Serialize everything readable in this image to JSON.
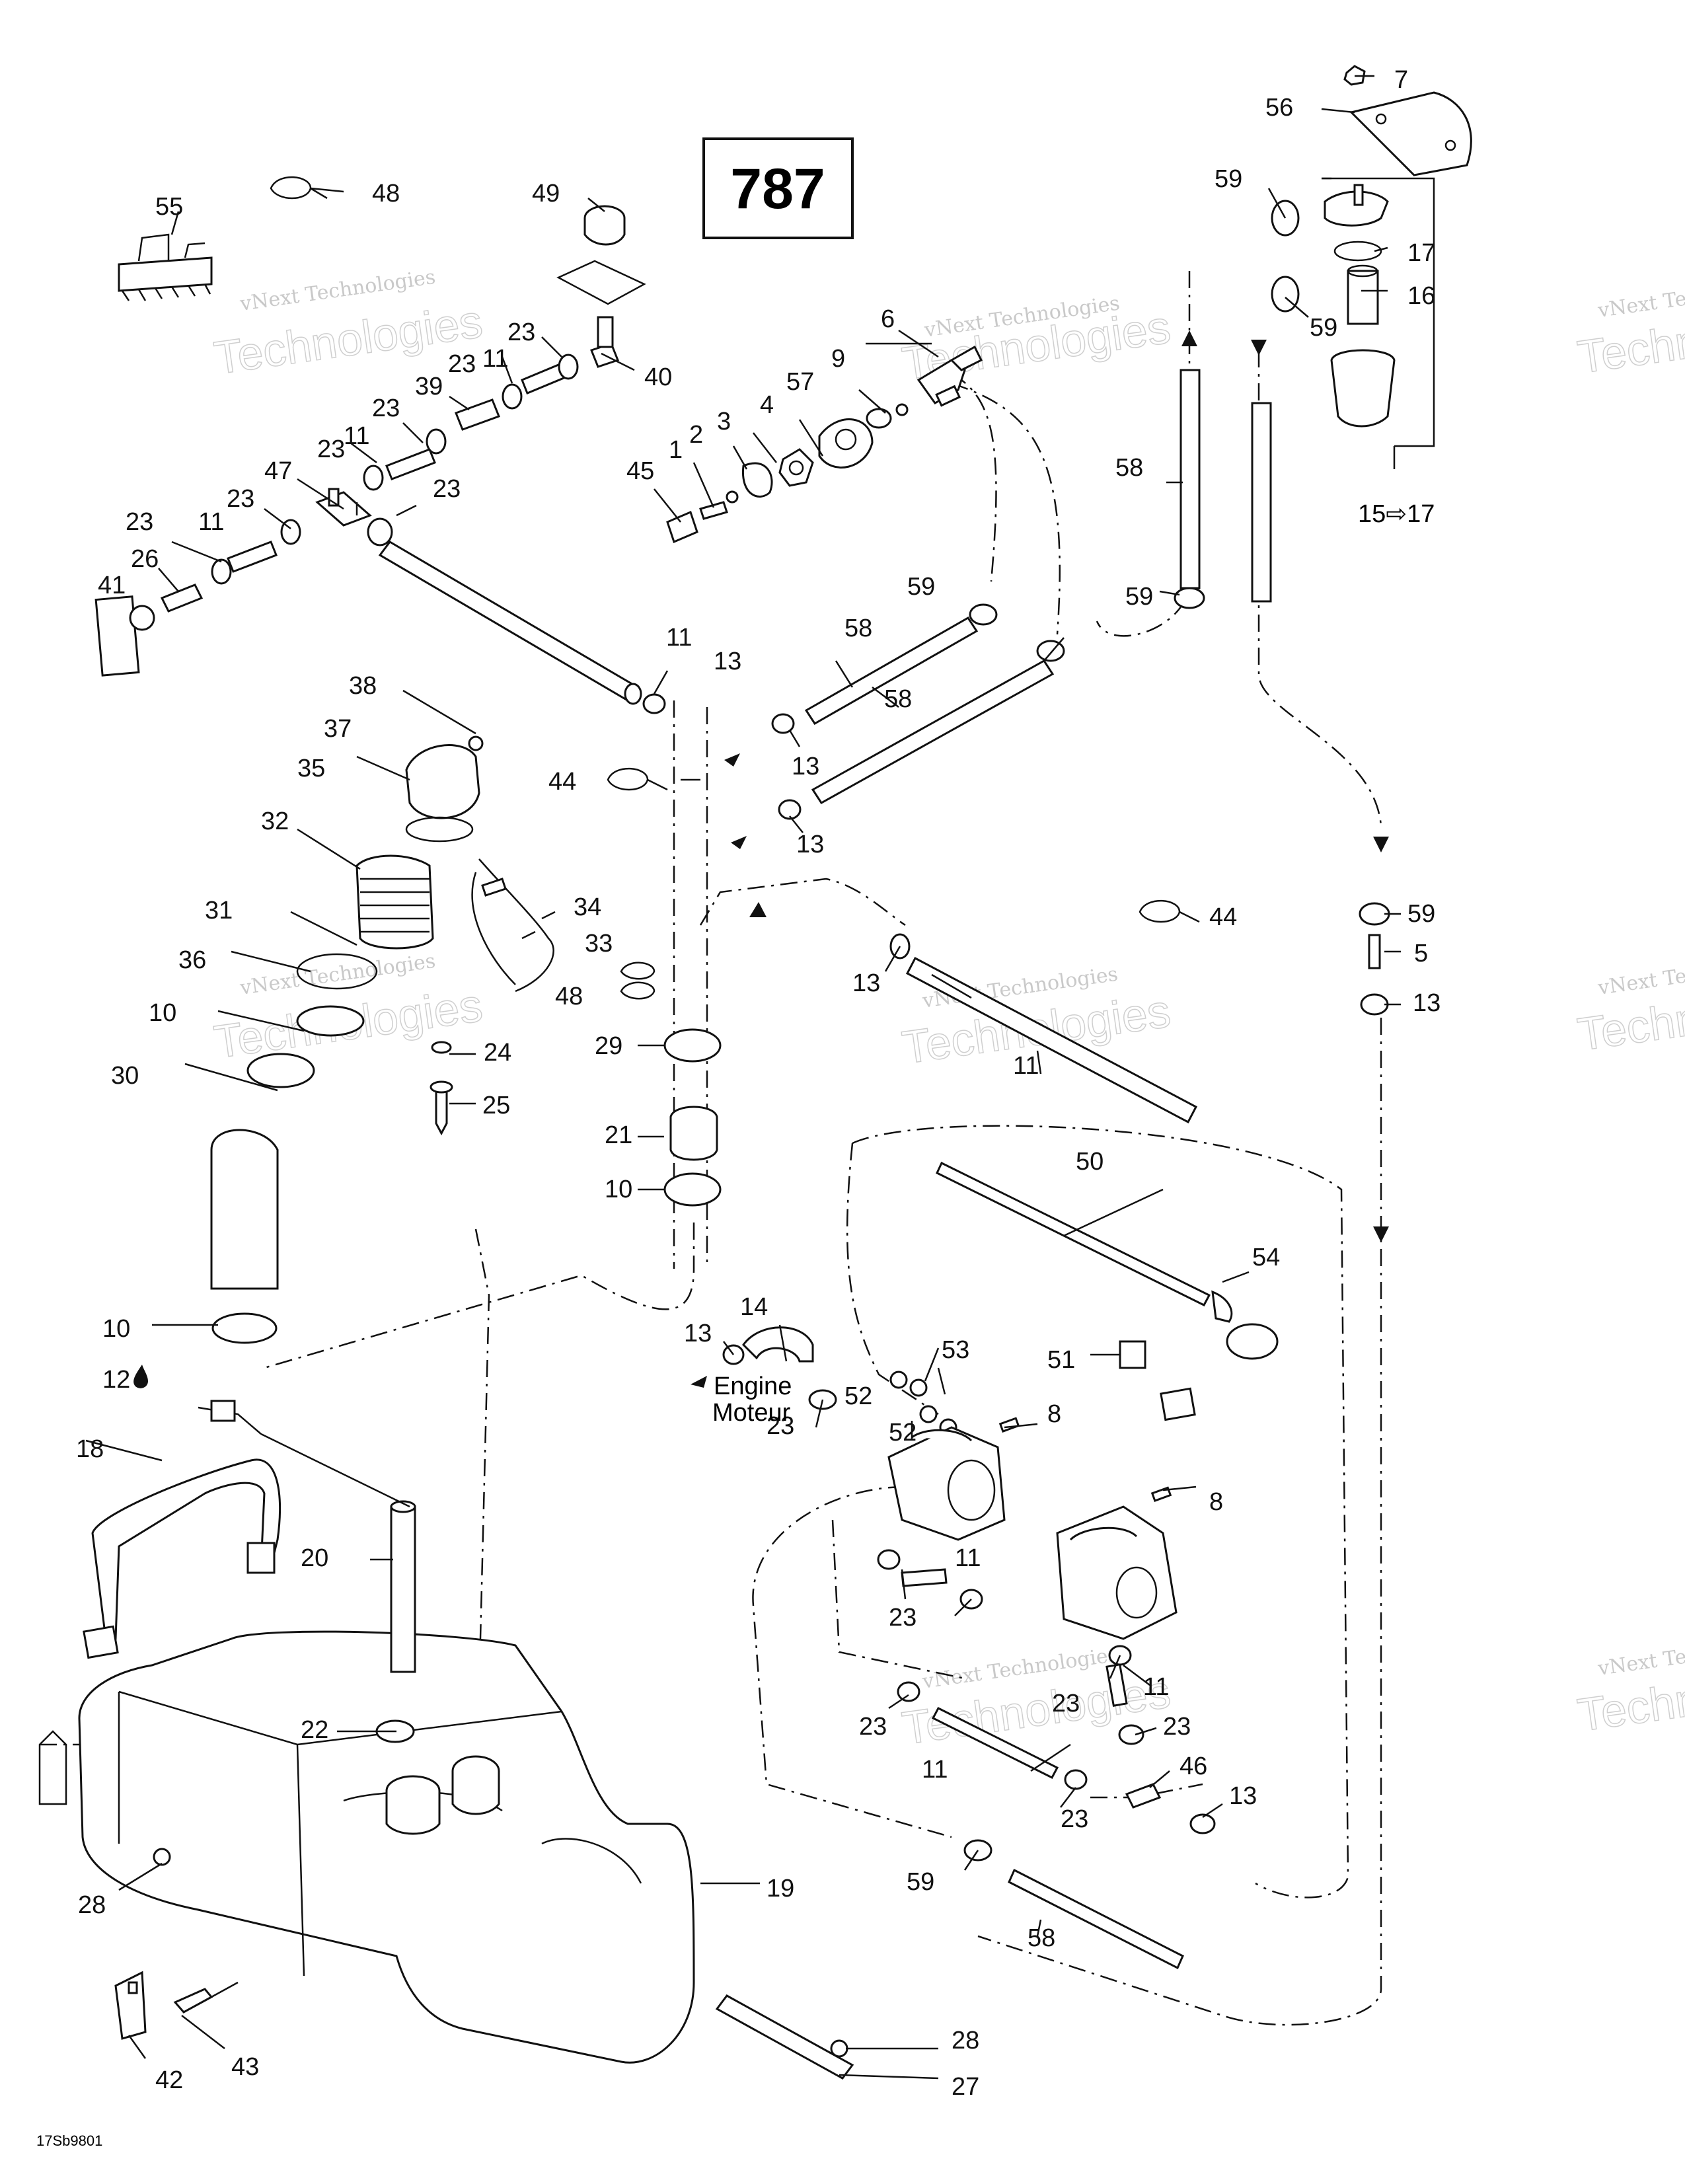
{
  "diagram": {
    "section_number": "787",
    "footer_code": "17Sb9801",
    "engine_label_en": "Engine",
    "engine_label_fr": "Moteur",
    "range_label": "15⇨17",
    "watermark_line1": "vNext Technologies",
    "watermark_line2": "Technologies"
  },
  "callouts": [
    {
      "id": "c7",
      "label": "7"
    },
    {
      "id": "c56",
      "label": "56"
    },
    {
      "id": "c48a",
      "label": "48"
    },
    {
      "id": "c49",
      "label": "49"
    },
    {
      "id": "c55",
      "label": "55"
    },
    {
      "id": "c59a",
      "label": "59"
    },
    {
      "id": "c17",
      "label": "17"
    },
    {
      "id": "c16",
      "label": "16"
    },
    {
      "id": "c59b",
      "label": "59"
    },
    {
      "id": "c23a",
      "label": "23"
    },
    {
      "id": "c11a",
      "label": "11"
    },
    {
      "id": "c40",
      "label": "40"
    },
    {
      "id": "c23b",
      "label": "23"
    },
    {
      "id": "c39",
      "label": "39"
    },
    {
      "id": "c6",
      "label": "6"
    },
    {
      "id": "c9",
      "label": "9"
    },
    {
      "id": "c57",
      "label": "57"
    },
    {
      "id": "c4",
      "label": "4"
    },
    {
      "id": "c3",
      "label": "3"
    },
    {
      "id": "c2",
      "label": "2"
    },
    {
      "id": "c1",
      "label": "1"
    },
    {
      "id": "c45",
      "label": "45"
    },
    {
      "id": "c23c",
      "label": "23"
    },
    {
      "id": "c11b",
      "label": "11"
    },
    {
      "id": "c23d",
      "label": "23"
    },
    {
      "id": "c47",
      "label": "47"
    },
    {
      "id": "c23e",
      "label": "23"
    },
    {
      "id": "c23f",
      "label": "23"
    },
    {
      "id": "c11c",
      "label": "11"
    },
    {
      "id": "c23g",
      "label": "23"
    },
    {
      "id": "c26",
      "label": "26"
    },
    {
      "id": "c41",
      "label": "41"
    },
    {
      "id": "c58a",
      "label": "58"
    },
    {
      "id": "c59c",
      "label": "59"
    },
    {
      "id": "c59d",
      "label": "59"
    },
    {
      "id": "c58b",
      "label": "58"
    },
    {
      "id": "c58c",
      "label": "58"
    },
    {
      "id": "c11d",
      "label": "11"
    },
    {
      "id": "c13a",
      "label": "13"
    },
    {
      "id": "c38",
      "label": "38"
    },
    {
      "id": "c37",
      "label": "37"
    },
    {
      "id": "c35",
      "label": "35"
    },
    {
      "id": "c44a",
      "label": "44"
    },
    {
      "id": "c13b",
      "label": "13"
    },
    {
      "id": "c13c",
      "label": "13"
    },
    {
      "id": "c32",
      "label": "32"
    },
    {
      "id": "c34",
      "label": "34"
    },
    {
      "id": "c33",
      "label": "33"
    },
    {
      "id": "c31",
      "label": "31"
    },
    {
      "id": "c44b",
      "label": "44"
    },
    {
      "id": "c59e",
      "label": "59"
    },
    {
      "id": "c5",
      "label": "5"
    },
    {
      "id": "c13d",
      "label": "13"
    },
    {
      "id": "c36",
      "label": "36"
    },
    {
      "id": "c48b",
      "label": "48"
    },
    {
      "id": "c13e",
      "label": "13"
    },
    {
      "id": "c10a",
      "label": "10"
    },
    {
      "id": "c24",
      "label": "24"
    },
    {
      "id": "c29",
      "label": "29"
    },
    {
      "id": "c11e",
      "label": "11"
    },
    {
      "id": "c30",
      "label": "30"
    },
    {
      "id": "c25",
      "label": "25"
    },
    {
      "id": "c21",
      "label": "21"
    },
    {
      "id": "c50",
      "label": "50"
    },
    {
      "id": "c10b",
      "label": "10"
    },
    {
      "id": "c54",
      "label": "54"
    },
    {
      "id": "c10c",
      "label": "10"
    },
    {
      "id": "c14",
      "label": "14"
    },
    {
      "id": "c13f",
      "label": "13"
    },
    {
      "id": "c53",
      "label": "53"
    },
    {
      "id": "c51",
      "label": "51"
    },
    {
      "id": "c12",
      "label": "12"
    },
    {
      "id": "c52a",
      "label": "52"
    },
    {
      "id": "c23h",
      "label": "23"
    },
    {
      "id": "c8a",
      "label": "8"
    },
    {
      "id": "c52b",
      "label": "52"
    },
    {
      "id": "c18",
      "label": "18"
    },
    {
      "id": "c8b",
      "label": "8"
    },
    {
      "id": "c20",
      "label": "20"
    },
    {
      "id": "c11f",
      "label": "11"
    },
    {
      "id": "c23i",
      "label": "23"
    },
    {
      "id": "c11g",
      "label": "11"
    },
    {
      "id": "c23j",
      "label": "23"
    },
    {
      "id": "c23k",
      "label": "23"
    },
    {
      "id": "c22",
      "label": "22"
    },
    {
      "id": "c23l",
      "label": "23"
    },
    {
      "id": "c46",
      "label": "46"
    },
    {
      "id": "c11h",
      "label": "11"
    },
    {
      "id": "c13g",
      "label": "13"
    },
    {
      "id": "c23m",
      "label": "23"
    },
    {
      "id": "c28a",
      "label": "28"
    },
    {
      "id": "c19",
      "label": "19"
    },
    {
      "id": "c59f",
      "label": "59"
    },
    {
      "id": "c58d",
      "label": "58"
    },
    {
      "id": "c28b",
      "label": "28"
    },
    {
      "id": "c42",
      "label": "42"
    },
    {
      "id": "c43",
      "label": "43"
    },
    {
      "id": "c27",
      "label": "27"
    }
  ]
}
